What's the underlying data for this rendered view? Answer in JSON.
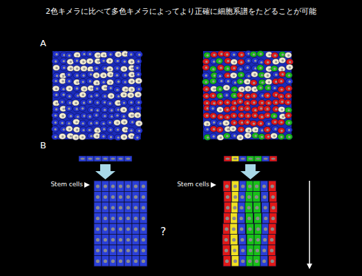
{
  "diagram": {
    "title": "2色キメラに比べて多色キメラによってより正確に細胞系譜をたどることが可能",
    "labels": [
      "A",
      "B",
      "Stem cells",
      "?",
      "Stem cells"
    ]
  }
}
